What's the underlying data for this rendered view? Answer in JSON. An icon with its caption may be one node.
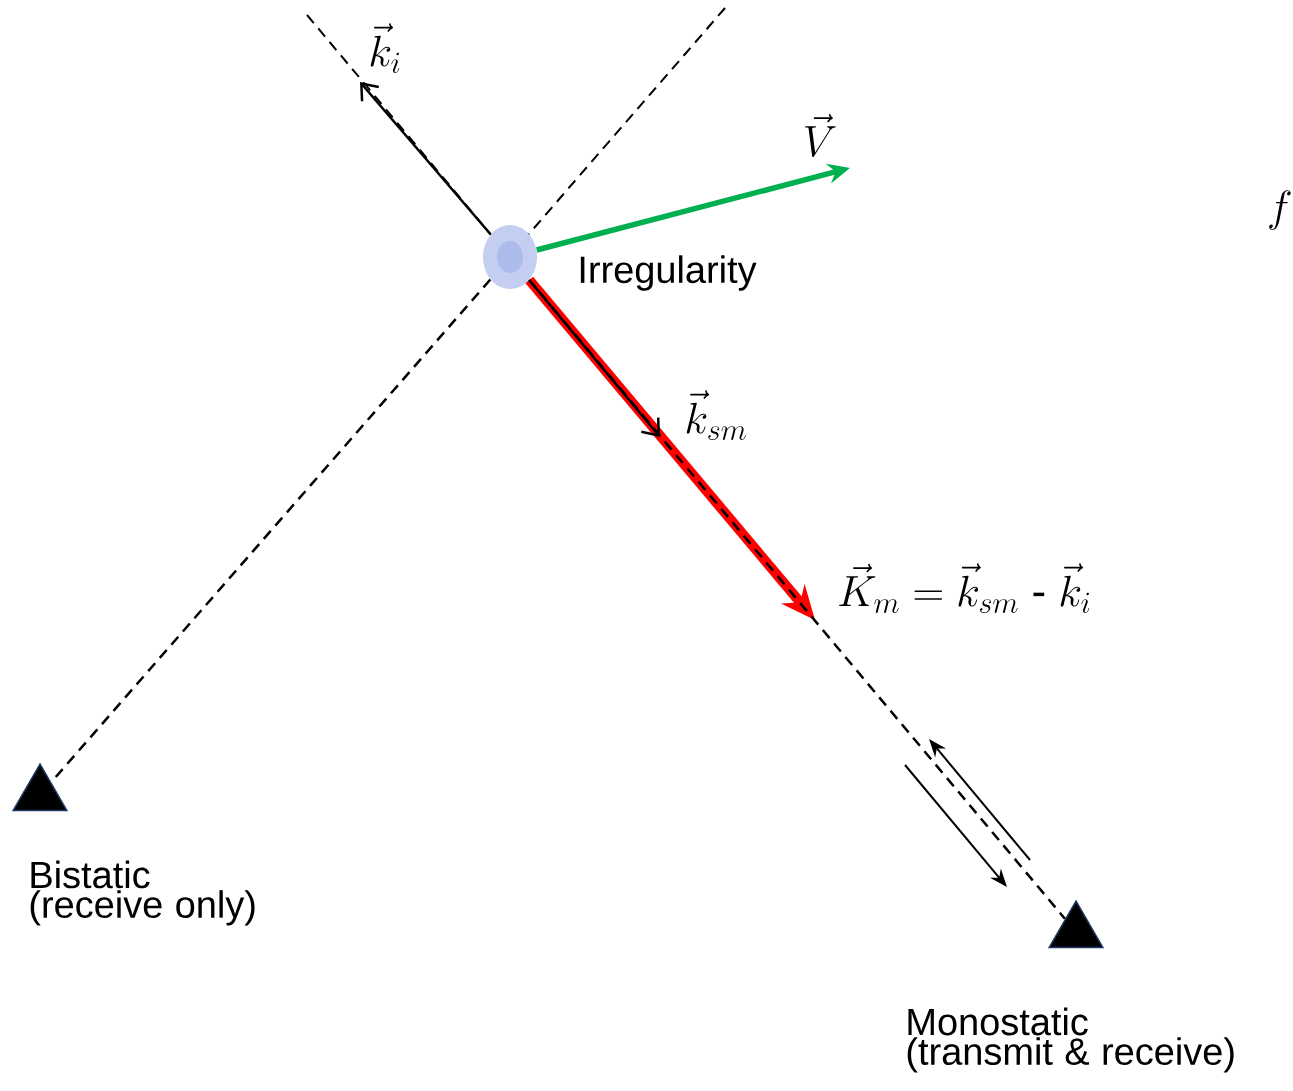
{
  "diagram": {
    "nodes": [
      {
        "text": [],
        "shape": "circle",
        "beside": [
          "Irregularity"
        ]
      },
      {
        "text": [],
        "shape": "triangle",
        "beside": [
          "Bistatic (receive only)"
        ]
      },
      {
        "text": [],
        "shape": "triangle",
        "beside": [
          "Monostatic (transmit & receive)"
        ]
      }
    ],
    "edges": [
      {
        "from": 0,
        "to": null,
        "arrow": "to",
        "label": "\\vec{k}_i"
      },
      {
        "from": 0,
        "to": null,
        "arrow": "to",
        "style": "thick",
        "color": "#00b050",
        "label": "\\vec{V}"
      },
      {
        "from": 0,
        "to": null,
        "arrow": "to",
        "style": "thick",
        "color": "#ff0000",
        "label": "\\vec{K}_m = \\vec{k}_{sm}\\text{ - }\\vec{k}_i"
      },
      {
        "from": 0,
        "to": null,
        "arrow": "to",
        "label": "\\vec{k}_{sm}"
      },
      {
        "from": 0,
        "to": 1,
        "arrow": "none",
        "style": "dashed"
      },
      {
        "from": 0,
        "to": 2,
        "arrow": "none",
        "style": "dashed"
      }
    ],
    "labels": [
      "f"
    ]
  }
}
